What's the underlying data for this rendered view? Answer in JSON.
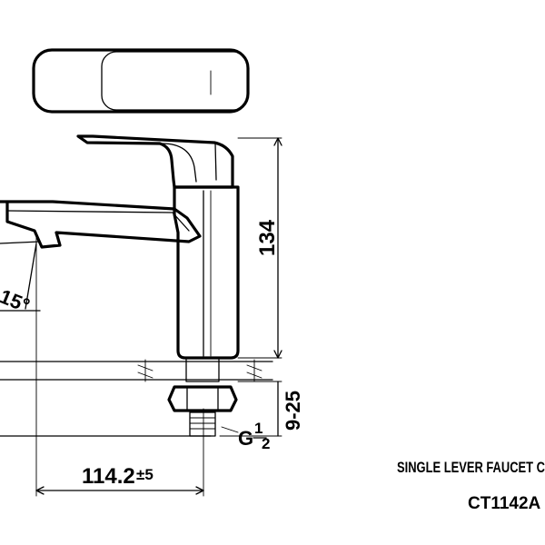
{
  "dimensions": {
    "height": "134",
    "thread_range": "9-25",
    "depth": "114.2",
    "tolerance": "±5",
    "angle": "15°",
    "thread_prefix": "G",
    "thread_num": "1",
    "thread_den": "2"
  },
  "title_block": {
    "product_name": "SINGLE LEVER FAUCET C",
    "model_code": "CT1142A"
  }
}
